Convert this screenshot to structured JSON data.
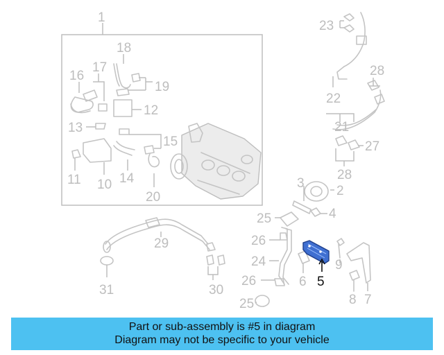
{
  "diagram": {
    "callouts": [
      "1",
      "2",
      "3",
      "4",
      "5",
      "6",
      "7",
      "8",
      "9",
      "11",
      "12",
      "13",
      "14",
      "15",
      "16",
      "17",
      "18",
      "19",
      "20",
      "21",
      "22",
      "23",
      "24",
      "25",
      "25",
      "26",
      "26",
      "27",
      "28",
      "28",
      "29",
      "30",
      "31",
      "10"
    ],
    "highlighted_callout": "5",
    "colors": {
      "part_line": "#c4c4c4",
      "highlight": "#3f6fd1",
      "banner": "#4dc1f1"
    }
  },
  "banner": {
    "line1": "Part or sub-assembly is #5 in diagram",
    "line2": "Diagram may not be specific to your vehicle"
  }
}
